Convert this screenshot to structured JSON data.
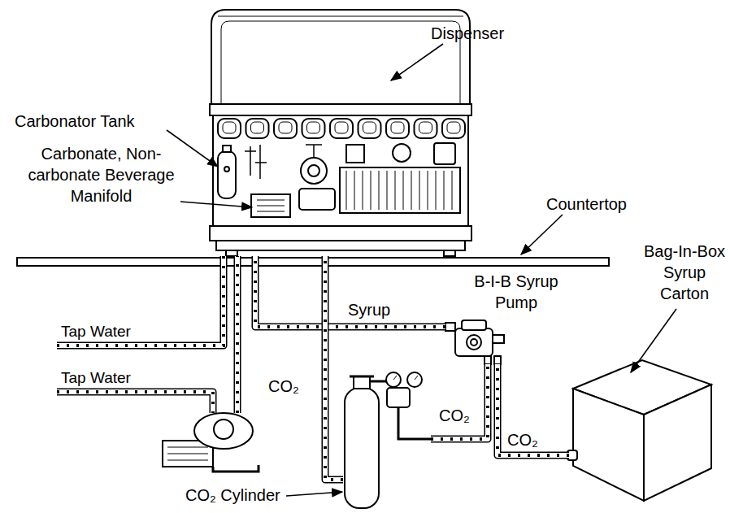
{
  "diagram": {
    "nodes": [
      {
        "text": [
          "Dispenser"
        ]
      },
      {
        "text": [
          "Carbonator Tank"
        ],
        "in": 0
      },
      {
        "text": [
          "Carbonate, Non-carbonate Beverage Manifold"
        ],
        "in": 0
      },
      {
        "text": [
          "Countertop"
        ]
      },
      {
        "text": [
          "B-I-B Syrup Pump"
        ]
      },
      {
        "text": [
          "Bag-In-Box Syrup Carton"
        ]
      },
      {
        "text": [
          "CO₂ Cylinder"
        ]
      }
    ],
    "edges": [
      {
        "from": 4,
        "to": 0,
        "label": "Syrup",
        "arrow": "none"
      },
      {
        "from": 6,
        "to": 0,
        "label": "CO₂",
        "arrow": "none"
      },
      {
        "from": 6,
        "to": 4,
        "label": "CO₂",
        "arrow": "none"
      },
      {
        "from": 5,
        "to": 4,
        "label": "CO₂",
        "arrow": "none"
      }
    ],
    "labels": [
      "Tap Water",
      "Tap Water"
    ]
  }
}
